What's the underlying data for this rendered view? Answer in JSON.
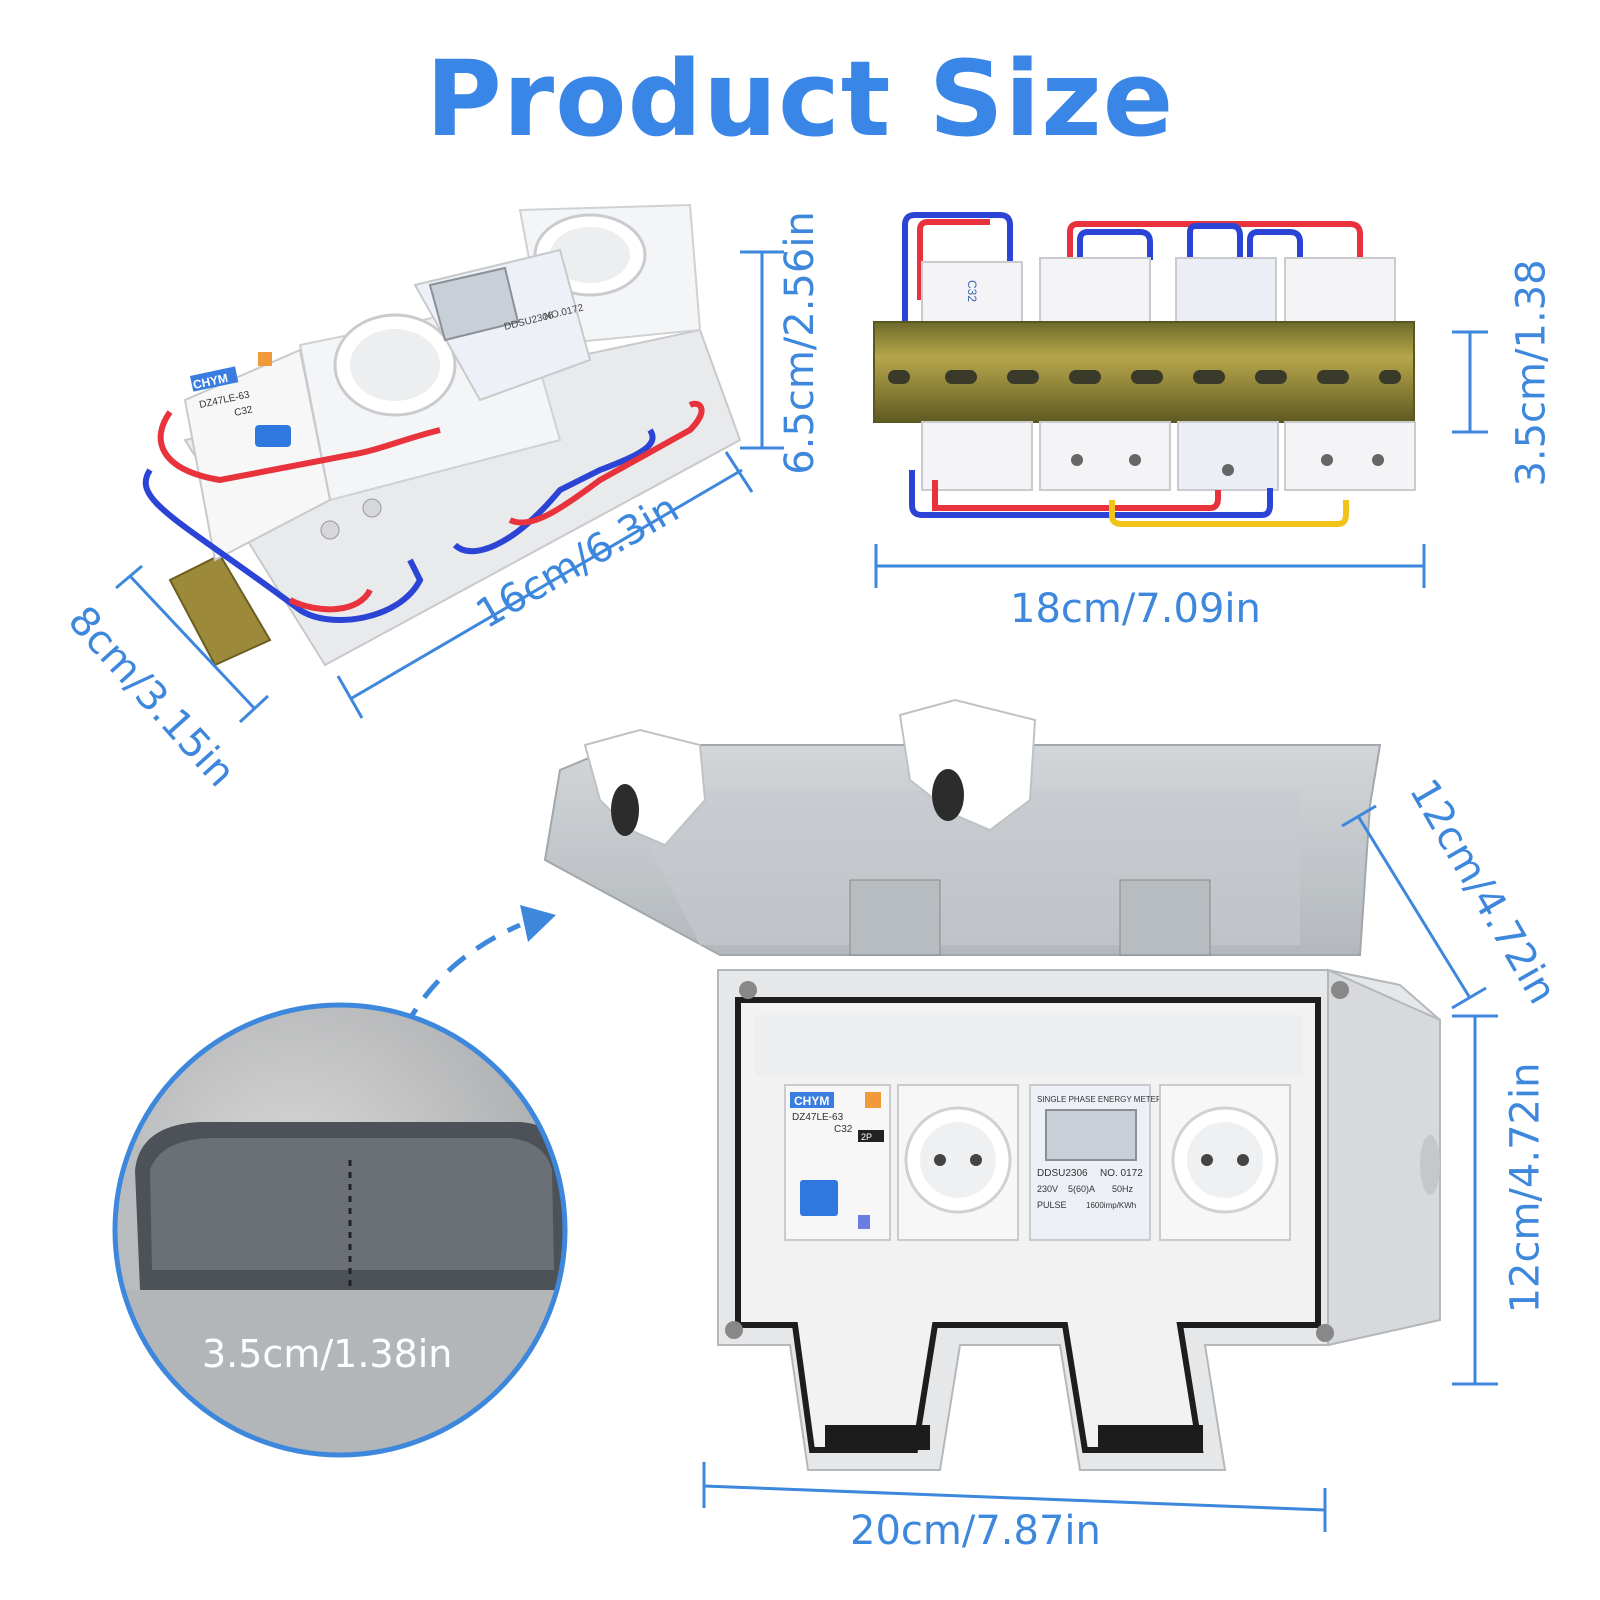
{
  "title": "Product Size",
  "top_left": {
    "height": "6.5cm/2.56in",
    "length": "16cm/6.3in",
    "depth": "8cm/3.15in",
    "breaker": {
      "brand": "CHYM",
      "model": "DZ47LE-63",
      "rating": "C32"
    },
    "meter": {
      "model": "DDSU2306",
      "serial": "NO.0172"
    }
  },
  "top_right": {
    "rail_height": "3.5cm/1.38",
    "width": "18cm/7.09in",
    "breaker_label": "C32"
  },
  "enclosure": {
    "depth": "12cm/4.72in",
    "height": "12cm/4.72in",
    "width": "20cm/7.87in",
    "breaker": {
      "brand": "CHYM",
      "model": "DZ47LE-63",
      "rating": "C32",
      "poles": "2P"
    },
    "meter": {
      "heading": "SINGLE PHASE ENERGY METER",
      "model": "DDSU2306",
      "serial": "NO. 0172",
      "voltage": "230V",
      "current": "5(60)A",
      "frequency": "50Hz",
      "pulse": "PULSE",
      "constant": "1600imp/KWh"
    }
  },
  "zoom": {
    "lid_depth": "3.5cm/1.38in"
  },
  "colors": {
    "accent": "#3a86e6",
    "wire_red": "#e8323c",
    "wire_blue": "#2b44d6",
    "wire_yellow": "#f2c419",
    "rail": "#9a8f3a"
  }
}
